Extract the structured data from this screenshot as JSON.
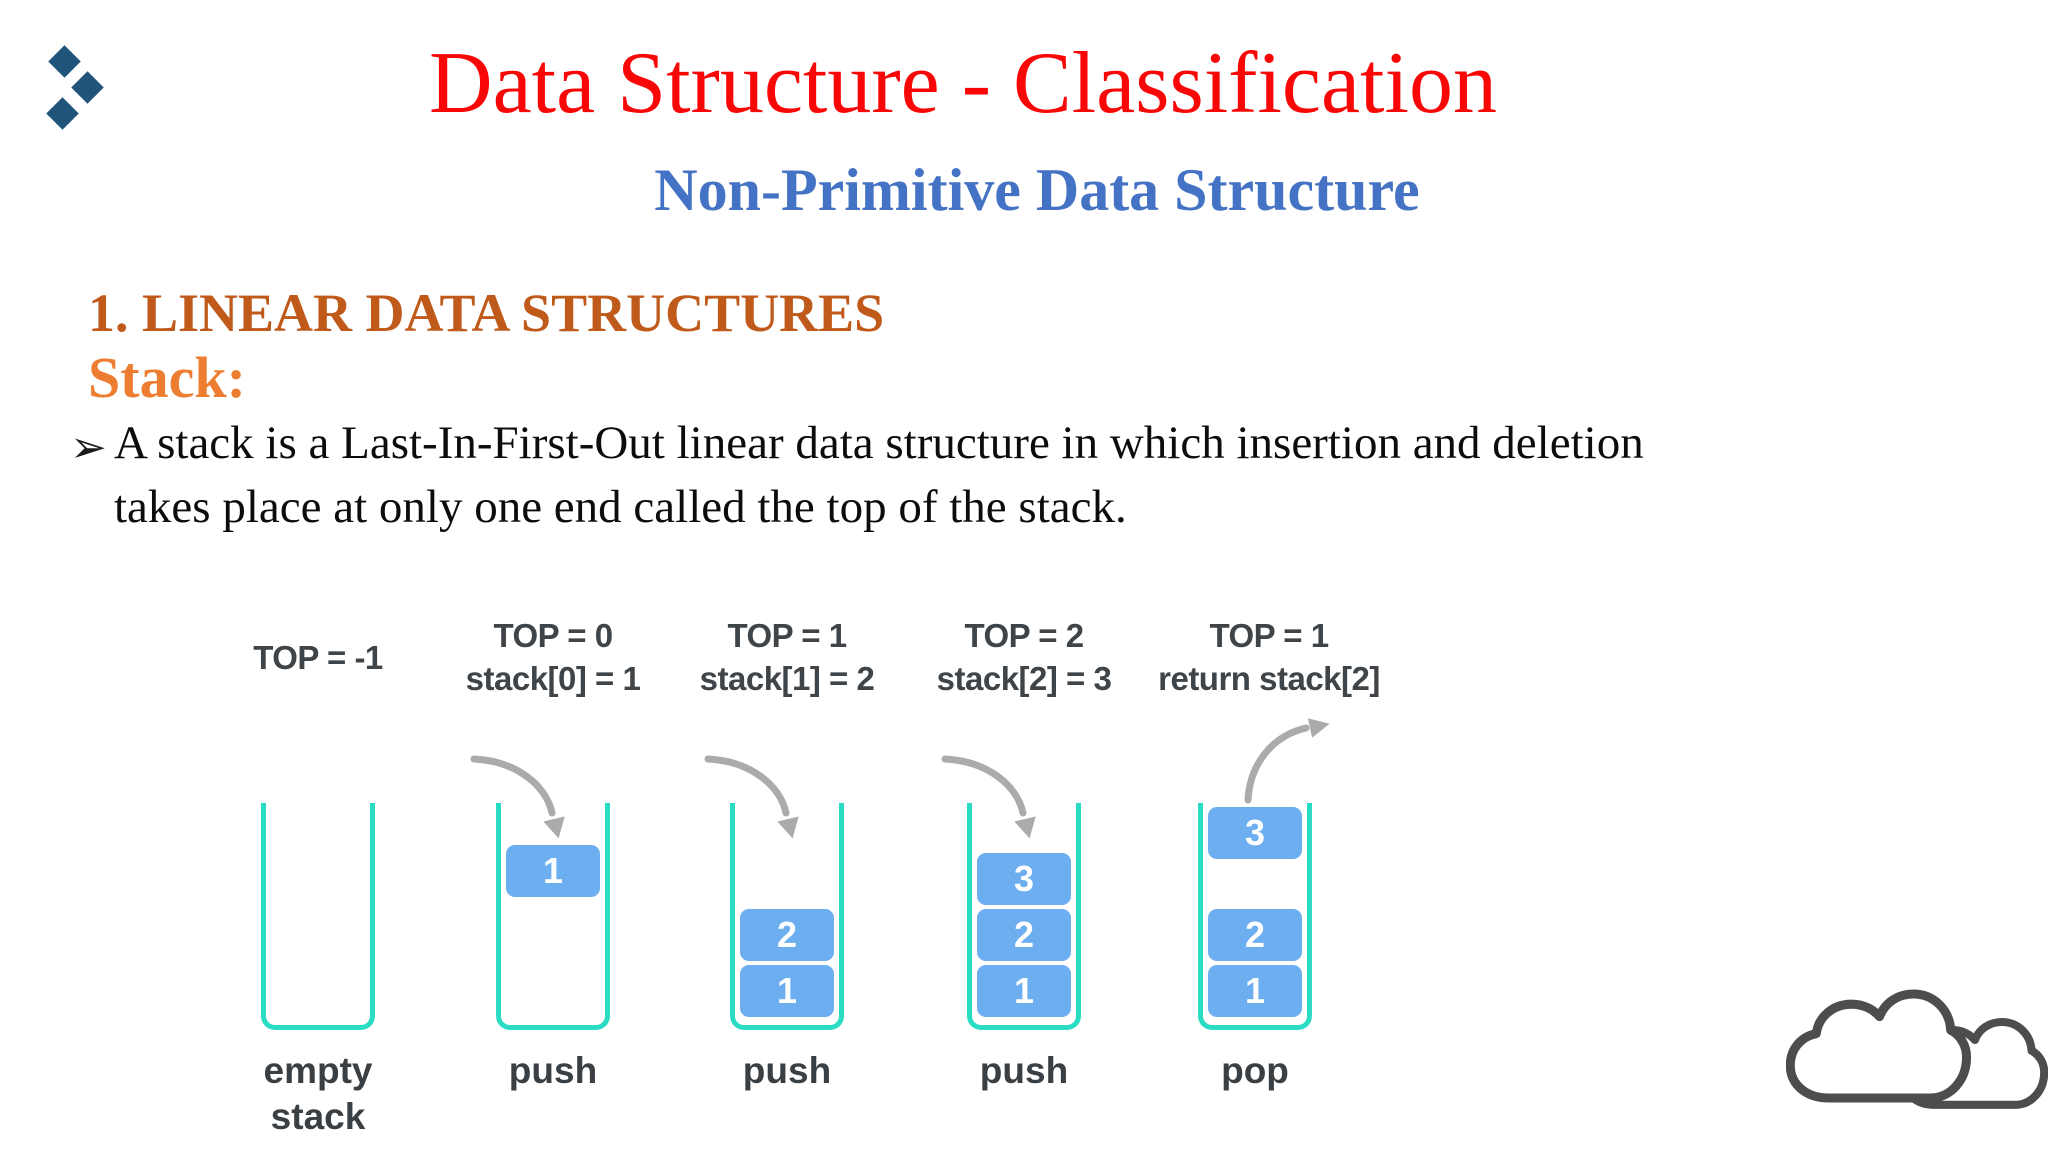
{
  "header": {
    "title": "Data Structure - Classification",
    "subtitle": "Non-Primitive Data Structure"
  },
  "content": {
    "section_heading": "1. LINEAR DATA STRUCTURES",
    "subsection_heading": "Stack:",
    "bullet_marker": "➢",
    "bullet_line1": "A stack is a Last-In-First-Out linear data structure in which insertion and deletion",
    "bullet_line2": "takes place at only one end called the top of the stack."
  },
  "diagram": {
    "stages": [
      {
        "top_line1": "TOP = -1",
        "caption": [
          "empty",
          "stack"
        ],
        "blocks": [],
        "arrow": "none"
      },
      {
        "top_line1": "TOP = 0",
        "top_line2": "stack[0] = 1",
        "caption": [
          "push"
        ],
        "blocks": [
          "1"
        ],
        "arrow": "push-down"
      },
      {
        "top_line1": "TOP = 1",
        "top_line2": "stack[1] = 2",
        "caption": [
          "push"
        ],
        "blocks": [
          "2",
          "1"
        ],
        "arrow": "push-down"
      },
      {
        "top_line1": "TOP = 2",
        "top_line2": "stack[2] = 3",
        "caption": [
          "push"
        ],
        "blocks": [
          "3",
          "2",
          "1"
        ],
        "arrow": "push-down"
      },
      {
        "top_line1": "TOP = 1",
        "top_line2": "return stack[2]",
        "caption": [
          "pop"
        ],
        "blocks": [
          "3",
          "2",
          "1"
        ],
        "arrow": "pop-up"
      }
    ]
  },
  "icons": {
    "logo": "three-diamonds",
    "bullet": "arrowhead-right",
    "decoration": "two-outline-clouds"
  },
  "colors": {
    "title_red": "#F90606",
    "subtitle_blue": "#4472C4",
    "section_orange": "#C05A1B",
    "stack_orange": "#ED7D31",
    "body_black": "#0c0c0c",
    "label_gray": "#3F4448",
    "container_teal": "#2BDCC4",
    "block_blue": "#6CAEF0",
    "arrow_gray": "#ABABAB",
    "logo_navy": "#20547A",
    "cloud_gray": "#4D4D4D"
  }
}
